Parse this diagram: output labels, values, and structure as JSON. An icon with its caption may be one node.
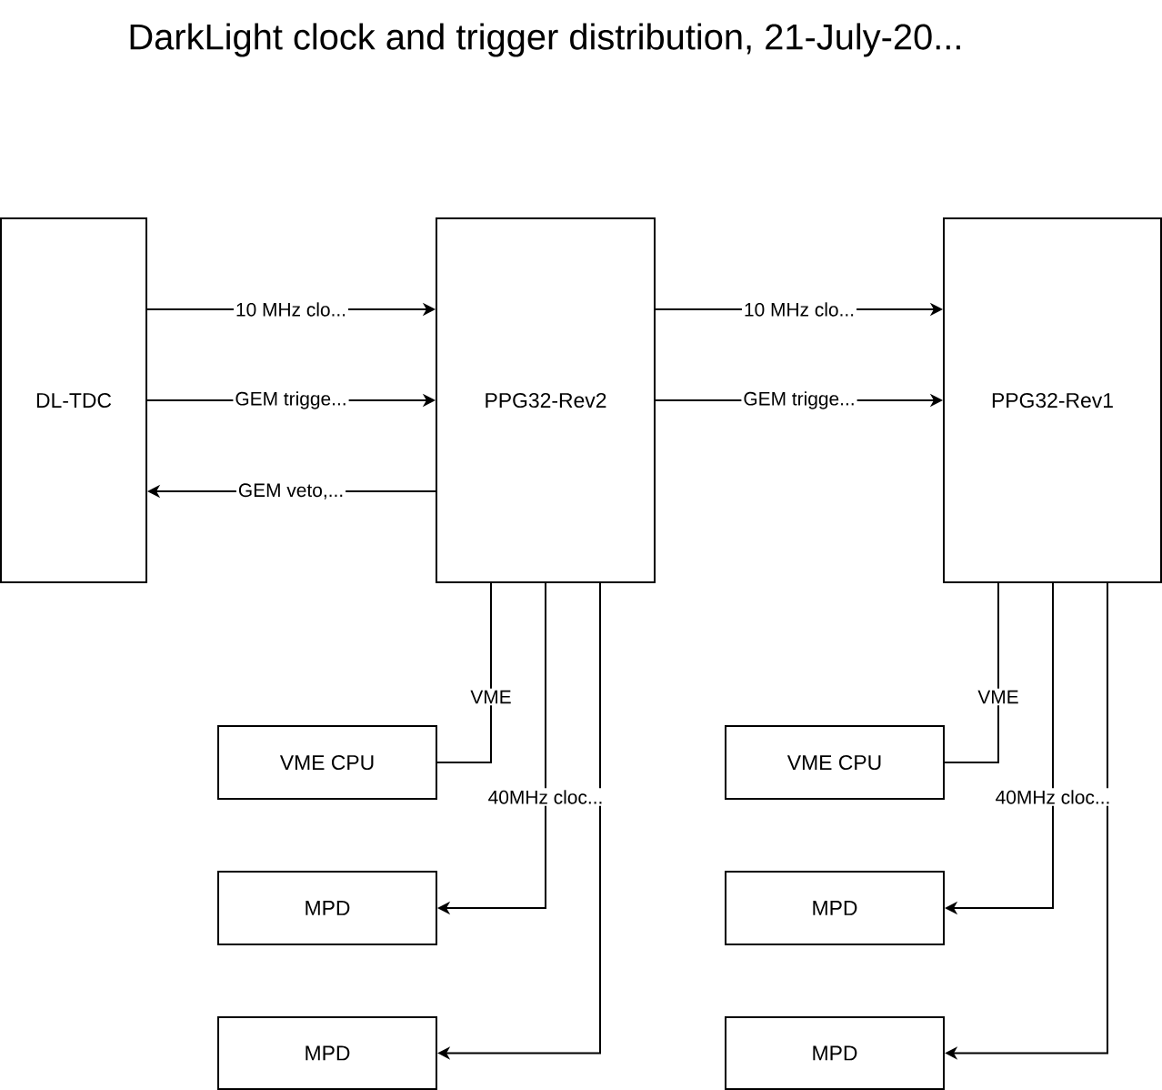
{
  "diagram": {
    "title": "DarkLight clock and trigger distribution, 21-July-20...",
    "nodes": [
      {
        "text": [
          "DL-TDC"
        ]
      },
      {
        "text": [
          "PPG32-Rev2"
        ]
      },
      {
        "text": [
          "PPG32-Rev1"
        ]
      },
      {
        "text": [
          "VME CPU"
        ]
      },
      {
        "text": [
          "VME CPU"
        ]
      },
      {
        "text": [
          "MPD"
        ]
      },
      {
        "text": [
          "MPD"
        ]
      },
      {
        "text": [
          "MPD"
        ]
      },
      {
        "text": [
          "MPD"
        ]
      }
    ],
    "edges": [
      {
        "from": 0,
        "to": 1,
        "arrow": "to",
        "label": "10 MHz clo..."
      },
      {
        "from": 0,
        "to": 1,
        "arrow": "to",
        "label": "GEM trigge..."
      },
      {
        "from": 1,
        "to": 0,
        "arrow": "to",
        "label": "GEM veto,..."
      },
      {
        "from": 1,
        "to": 2,
        "arrow": "to",
        "label": "10 MHz clo..."
      },
      {
        "from": 1,
        "to": 2,
        "arrow": "to",
        "label": "GEM trigge..."
      },
      {
        "from": 1,
        "to": 3,
        "arrow": "none",
        "label": "VME"
      },
      {
        "from": 1,
        "to": 5,
        "arrow": "to",
        "label": "40MHz cloc..."
      },
      {
        "from": 1,
        "to": 7,
        "arrow": "to"
      },
      {
        "from": 2,
        "to": 4,
        "arrow": "none",
        "label": "VME"
      },
      {
        "from": 2,
        "to": 6,
        "arrow": "to",
        "label": "40MHz cloc..."
      },
      {
        "from": 2,
        "to": 8,
        "arrow": "to"
      }
    ]
  }
}
